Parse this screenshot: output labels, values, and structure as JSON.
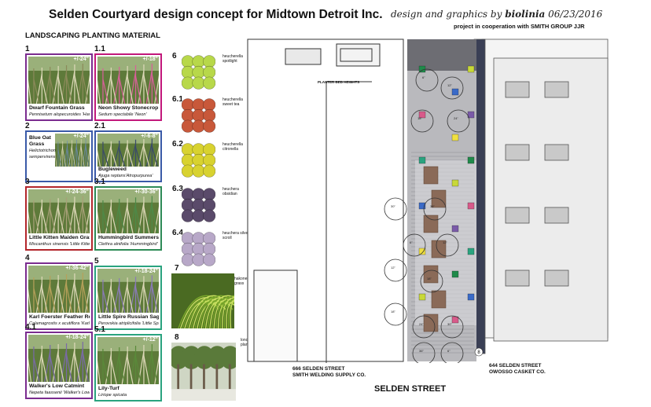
{
  "header": {
    "title": "Selden Courtyard design concept for Midtown Detroit Inc.",
    "credit_prefix": "design and graphics by",
    "credit_brand": "biolinia",
    "credit_date": "06/23/2016",
    "cooperation": "project in cooperation with SMITH GROUP JJR"
  },
  "section_title": "LANDSCAPING PLANTING MATERIAL",
  "plants": [
    {
      "id": "1",
      "name": "Dwarf Fountain Grass",
      "species": "Pennisetum alopecuroides 'Hameln'",
      "size": "+/-24\"",
      "frame": "#7b2c8f"
    },
    {
      "id": "1.1",
      "name": "Neon Showy Stonecrop",
      "species": "Sedum spectabile 'Neon'",
      "size": "+/-18\"",
      "frame": "#c2187b"
    },
    {
      "id": "2",
      "name": "Blue Oat Grass",
      "species": "Helictotrichon sempervirens",
      "size": "+/-24\"",
      "frame": "#3a5aa8"
    },
    {
      "id": "2.1",
      "name": "Bugleweed",
      "species": "Ajuga reptans'Atropurpurea'",
      "size": "+/-6-8\"",
      "frame": "#3a5aa8"
    },
    {
      "id": "3",
      "name": "Little Kitten Maiden Grass",
      "species": "Miscanthus sinensis 'Little Kitten'",
      "size": "+/-24-36\"",
      "frame": "#b3262b"
    },
    {
      "id": "3.1",
      "name": "Hummingbird Summersweet",
      "species": "Clethra alnifolia 'Hummingbird'",
      "size": "+/-30-36\"",
      "frame": "#2e8b57"
    },
    {
      "id": "4",
      "name": "Karl Foerster Feather Reed Grass",
      "species": "Calamagrostis x acutiflora 'Karl Foerster'",
      "size": "+/-36-42\"",
      "frame": "#7b2c8f"
    },
    {
      "id": "5",
      "name": "Little Spire Russian Sage",
      "species": "Perovskia atriplicifolia 'Little Spire'",
      "size": "+/-18-24\"",
      "frame": "#2aa37f"
    },
    {
      "id": "4.1",
      "name": "Walker's Low Catmint",
      "species": "Nepeta faassenii 'Walker's Low'",
      "size": "+/-18-24\"",
      "frame": "#7b2c8f"
    },
    {
      "id": "5.1",
      "name": "Lily-Turf",
      "species": "Liriope spicata",
      "size": "+/-12\"",
      "frame": "#2aa37f"
    }
  ],
  "heuchera": [
    {
      "id": "6",
      "label": "heucherella spotlight",
      "color": "#b8d84a"
    },
    {
      "id": "6.1",
      "label": "heucherella sweet tea",
      "color": "#c8583a"
    },
    {
      "id": "6.2",
      "label": "heucherella citronella",
      "color": "#d8d230"
    },
    {
      "id": "6.3",
      "label": "heuchera obsidian",
      "color": "#5a4a6a"
    },
    {
      "id": "6.4",
      "label": "heuchera silver scroll",
      "color": "#b8a8c8"
    }
  ],
  "extras": [
    {
      "id": "7",
      "label": "hakone grass",
      "color": "#8fbf3a"
    },
    {
      "id": "8",
      "label": "london plane tree",
      "color": "#6b8a4a"
    }
  ],
  "plan": {
    "planter_label": "PLANTER BED HEIGHTS",
    "address_left_1": "666 SELDEN STREET",
    "address_left_2": "SMITH WELDING SUPPLY CO.",
    "address_right_1": "644 SELDEN STREET",
    "address_right_2": "OWOSSO CASKET CO.",
    "street": "SELDEN STREET",
    "circle_labels": [
      "6\"",
      "12\"",
      "18\"",
      "24\"",
      "30\"",
      "36\""
    ],
    "marker_number": "8"
  }
}
